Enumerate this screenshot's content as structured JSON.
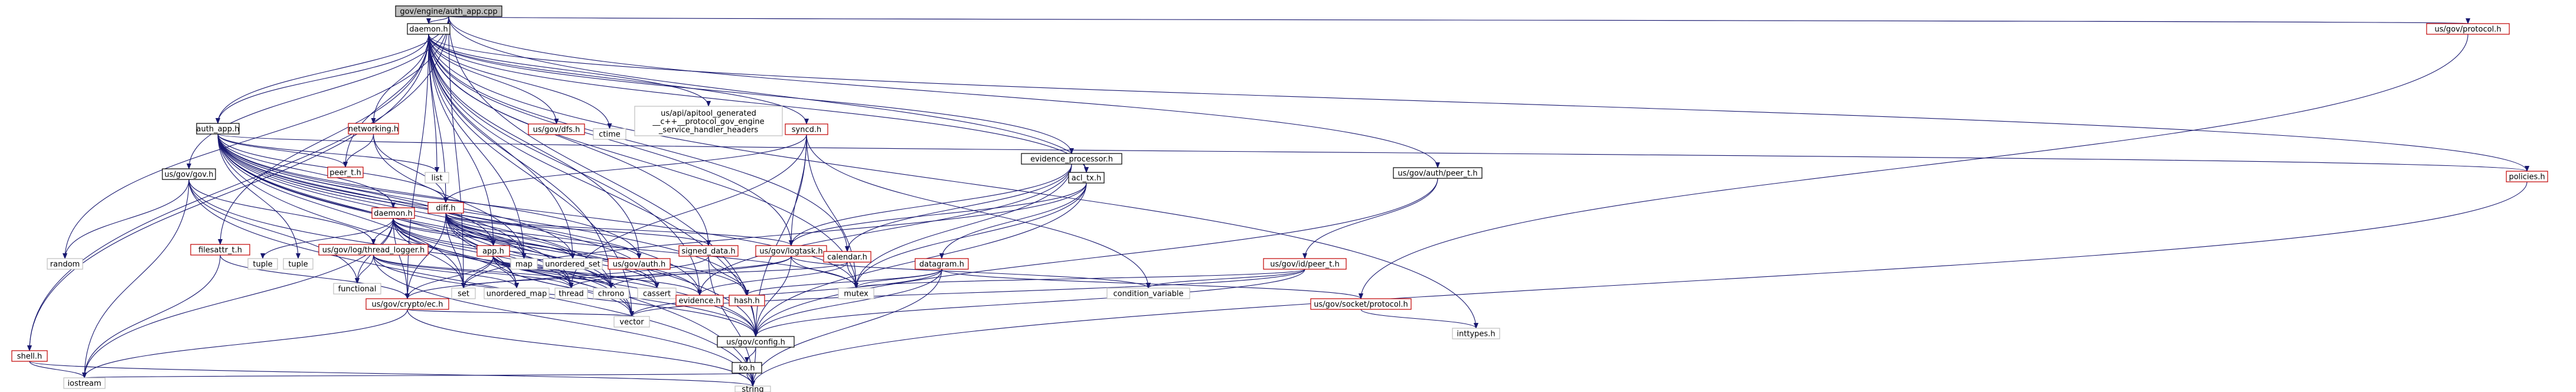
{
  "nodes": [
    {
      "id": "root",
      "label": "gov/engine/auth_app.cpp",
      "kind": "root"
    },
    {
      "id": "daemon_top",
      "label": "daemon.h",
      "kind": "doc"
    },
    {
      "id": "auth_app",
      "label": "auth_app.h",
      "kind": "doc"
    },
    {
      "id": "protocol_top",
      "label": "us/gov/protocol.h",
      "kind": "link"
    },
    {
      "id": "usgov",
      "label": "us/gov/gov.h",
      "kind": "doc"
    },
    {
      "id": "networking",
      "label": "networking.h",
      "kind": "link"
    },
    {
      "id": "dfs",
      "label": "us/gov/dfs.h",
      "kind": "link"
    },
    {
      "id": "ctime",
      "label": "ctime",
      "kind": "plain"
    },
    {
      "id": "api",
      "label": "us/api/apitool_generated\n__c++__protocol_gov_engine\n_service_handler_headers",
      "kind": "plain"
    },
    {
      "id": "syncd",
      "label": "syncd.h",
      "kind": "link"
    },
    {
      "id": "acl_tx",
      "label": "acl_tx.h",
      "kind": "doc"
    },
    {
      "id": "peer_t_auth",
      "label": "us/gov/auth/peer_t.h",
      "kind": "doc"
    },
    {
      "id": "peer_t",
      "label": "peer_t.h",
      "kind": "link"
    },
    {
      "id": "list",
      "label": "list",
      "kind": "plain"
    },
    {
      "id": "policies",
      "label": "policies.h",
      "kind": "link"
    },
    {
      "id": "evidence_processor",
      "label": "evidence_processor.h",
      "kind": "doc"
    },
    {
      "id": "daemon2",
      "label": "daemon.h",
      "kind": "link"
    },
    {
      "id": "diff",
      "label": "diff.h",
      "kind": "link"
    },
    {
      "id": "random",
      "label": "random",
      "kind": "plain"
    },
    {
      "id": "filesattr",
      "label": "filesattr_t.h",
      "kind": "link"
    },
    {
      "id": "tuple_a",
      "label": "tuple",
      "kind": "plain"
    },
    {
      "id": "tuple_b",
      "label": "tuple",
      "kind": "plain"
    },
    {
      "id": "thread_logger",
      "label": "us/gov/log/thread_logger.h",
      "kind": "link"
    },
    {
      "id": "app",
      "label": "app.h",
      "kind": "link"
    },
    {
      "id": "map",
      "label": "map",
      "kind": "plain"
    },
    {
      "id": "unordered_set",
      "label": "unordered_set",
      "kind": "plain"
    },
    {
      "id": "gov_auth",
      "label": "us/gov/auth.h",
      "kind": "link"
    },
    {
      "id": "signed_data",
      "label": "signed_data.h",
      "kind": "link"
    },
    {
      "id": "logtask",
      "label": "us/gov/logtask.h",
      "kind": "link"
    },
    {
      "id": "calendar",
      "label": "calendar.h",
      "kind": "link"
    },
    {
      "id": "datagram",
      "label": "datagram.h",
      "kind": "link"
    },
    {
      "id": "id_peer_t",
      "label": "us/gov/id/peer_t.h",
      "kind": "link"
    },
    {
      "id": "functional",
      "label": "functional",
      "kind": "plain"
    },
    {
      "id": "cryptos",
      "label": "us/gov/crypto/ec.h",
      "kind": "link"
    },
    {
      "id": "set",
      "label": "set",
      "kind": "plain"
    },
    {
      "id": "unordered_map",
      "label": "unordered_map",
      "kind": "plain"
    },
    {
      "id": "thread",
      "label": "thread",
      "kind": "plain"
    },
    {
      "id": "chrono",
      "label": "chrono",
      "kind": "plain"
    },
    {
      "id": "cassert",
      "label": "cassert",
      "kind": "plain"
    },
    {
      "id": "evidence",
      "label": "evidence.h",
      "kind": "link"
    },
    {
      "id": "hash",
      "label": "hash.h",
      "kind": "link"
    },
    {
      "id": "mutex",
      "label": "mutex",
      "kind": "plain"
    },
    {
      "id": "condvar",
      "label": "condition_variable",
      "kind": "plain"
    },
    {
      "id": "socket_protocol",
      "label": "us/gov/socket/protocol.h",
      "kind": "link"
    },
    {
      "id": "vector",
      "label": "vector",
      "kind": "plain"
    },
    {
      "id": "config",
      "label": "us/gov/config.h",
      "kind": "doc"
    },
    {
      "id": "inttypes",
      "label": "inttypes.h",
      "kind": "plain"
    },
    {
      "id": "shell",
      "label": "shell.h",
      "kind": "link"
    },
    {
      "id": "ko",
      "label": "ko.h",
      "kind": "doc"
    },
    {
      "id": "iostream",
      "label": "iostream",
      "kind": "plain"
    },
    {
      "id": "string",
      "label": "string",
      "kind": "plain"
    }
  ],
  "edges": [
    [
      "root",
      "daemon_top"
    ],
    [
      "root",
      "auth_app"
    ],
    [
      "root",
      "protocol_top"
    ],
    [
      "root",
      "usgov"
    ],
    [
      "root",
      "acl_tx"
    ],
    [
      "root",
      "peer_t_auth"
    ],
    [
      "root",
      "random"
    ],
    [
      "root",
      "config"
    ],
    [
      "root",
      "shell"
    ],
    [
      "root",
      "set"
    ],
    [
      "daemon_top",
      "auth_app"
    ],
    [
      "daemon_top",
      "networking"
    ],
    [
      "daemon_top",
      "dfs"
    ],
    [
      "daemon_top",
      "ctime"
    ],
    [
      "daemon_top",
      "api"
    ],
    [
      "daemon_top",
      "syncd"
    ],
    [
      "daemon_top",
      "acl_tx"
    ],
    [
      "daemon_top",
      "evidence_processor"
    ],
    [
      "daemon_top",
      "peer_t"
    ],
    [
      "daemon_top",
      "list"
    ],
    [
      "daemon_top",
      "policies"
    ],
    [
      "daemon_top",
      "diff"
    ],
    [
      "daemon_top",
      "filesattr"
    ],
    [
      "daemon_top",
      "app"
    ],
    [
      "daemon_top",
      "gov_auth"
    ],
    [
      "daemon_top",
      "signed_data"
    ],
    [
      "daemon_top",
      "logtask"
    ],
    [
      "daemon_top",
      "calendar"
    ],
    [
      "daemon_top",
      "cryptos"
    ],
    [
      "daemon_top",
      "unordered_set"
    ],
    [
      "daemon_top",
      "vector"
    ],
    [
      "daemon_top",
      "config"
    ],
    [
      "daemon_top",
      "inttypes"
    ],
    [
      "daemon_top",
      "evidence"
    ],
    [
      "daemon_top",
      "mutex"
    ],
    [
      "daemon_top",
      "chrono"
    ],
    [
      "daemon_top",
      "shell"
    ],
    [
      "daemon_top",
      "map"
    ],
    [
      "auth_app",
      "daemon2"
    ],
    [
      "auth_app",
      "peer_t"
    ],
    [
      "auth_app",
      "list"
    ],
    [
      "auth_app",
      "policies"
    ],
    [
      "auth_app",
      "diff"
    ],
    [
      "auth_app",
      "tuple_b"
    ],
    [
      "auth_app",
      "map"
    ],
    [
      "auth_app",
      "unordered_set"
    ],
    [
      "auth_app",
      "set"
    ],
    [
      "auth_app",
      "unordered_map"
    ],
    [
      "auth_app",
      "thread"
    ],
    [
      "auth_app",
      "chrono"
    ],
    [
      "auth_app",
      "cassert"
    ],
    [
      "auth_app",
      "vector"
    ],
    [
      "auth_app",
      "string"
    ],
    [
      "auth_app",
      "config"
    ],
    [
      "auth_app",
      "app"
    ],
    [
      "auth_app",
      "gov_auth"
    ],
    [
      "auth_app",
      "mutex"
    ],
    [
      "auth_app",
      "evidence"
    ],
    [
      "auth_app",
      "hash"
    ],
    [
      "networking",
      "peer_t"
    ],
    [
      "networking",
      "diff"
    ],
    [
      "networking",
      "map"
    ],
    [
      "syncd",
      "diff"
    ],
    [
      "syncd",
      "logtask"
    ],
    [
      "syncd",
      "config"
    ],
    [
      "syncd",
      "mutex"
    ],
    [
      "syncd",
      "thread"
    ],
    [
      "syncd",
      "condvar"
    ],
    [
      "usgov",
      "random"
    ],
    [
      "usgov",
      "functional"
    ],
    [
      "usgov",
      "thread_logger"
    ],
    [
      "usgov",
      "iostream"
    ],
    [
      "usgov",
      "config"
    ],
    [
      "usgov",
      "string"
    ],
    [
      "acl_tx",
      "logtask"
    ],
    [
      "acl_tx",
      "datagram"
    ],
    [
      "acl_tx",
      "set"
    ],
    [
      "acl_tx",
      "mutex"
    ],
    [
      "acl_tx",
      "config"
    ],
    [
      "peer_t_auth",
      "id_peer_t"
    ],
    [
      "peer_t_auth",
      "config"
    ],
    [
      "protocol_top",
      "socket_protocol"
    ],
    [
      "evidence_processor",
      "logtask"
    ],
    [
      "evidence_processor",
      "calendar"
    ],
    [
      "evidence_processor",
      "evidence"
    ],
    [
      "evidence_processor",
      "mutex"
    ],
    [
      "daemon2",
      "tuple_a"
    ],
    [
      "daemon2",
      "thread_logger"
    ],
    [
      "daemon2",
      "cryptos"
    ],
    [
      "daemon2",
      "functional"
    ],
    [
      "daemon2",
      "set"
    ],
    [
      "daemon2",
      "unordered_map"
    ],
    [
      "daemon2",
      "chrono"
    ],
    [
      "daemon2",
      "vector"
    ],
    [
      "daemon2",
      "iostream"
    ],
    [
      "daemon2",
      "config"
    ],
    [
      "daemon2",
      "app"
    ],
    [
      "daemon2",
      "unordered_set"
    ],
    [
      "daemon2",
      "thread"
    ],
    [
      "daemon2",
      "cassert"
    ],
    [
      "diff",
      "app"
    ],
    [
      "diff",
      "gov_auth"
    ],
    [
      "diff",
      "signed_data"
    ],
    [
      "diff",
      "logtask"
    ],
    [
      "diff",
      "unordered_set"
    ],
    [
      "diff",
      "map"
    ],
    [
      "diff",
      "set"
    ],
    [
      "diff",
      "unordered_map"
    ],
    [
      "diff",
      "chrono"
    ],
    [
      "diff",
      "cassert"
    ],
    [
      "diff",
      "thread"
    ],
    [
      "diff",
      "vector"
    ],
    [
      "diff",
      "mutex"
    ],
    [
      "diff",
      "hash"
    ],
    [
      "diff",
      "evidence"
    ],
    [
      "diff",
      "cryptos"
    ],
    [
      "filesattr",
      "cryptos"
    ],
    [
      "filesattr",
      "iostream"
    ],
    [
      "thread_logger",
      "unordered_map"
    ],
    [
      "thread_logger",
      "chrono"
    ],
    [
      "thread_logger",
      "thread"
    ],
    [
      "thread_logger",
      "config"
    ],
    [
      "thread_logger",
      "string"
    ],
    [
      "thread_logger",
      "functional"
    ],
    [
      "app",
      "cryptos"
    ],
    [
      "app",
      "chrono"
    ],
    [
      "app",
      "cassert"
    ],
    [
      "app",
      "vector"
    ],
    [
      "app",
      "config"
    ],
    [
      "app",
      "evidence"
    ],
    [
      "app",
      "thread"
    ],
    [
      "app",
      "set"
    ],
    [
      "signed_data",
      "hash"
    ],
    [
      "signed_data",
      "string"
    ],
    [
      "signed_data",
      "cryptos"
    ],
    [
      "logtask",
      "config"
    ],
    [
      "logtask",
      "mutex"
    ],
    [
      "logtask",
      "condvar"
    ],
    [
      "logtask",
      "thread"
    ],
    [
      "logtask",
      "chrono"
    ],
    [
      "calendar",
      "evidence"
    ],
    [
      "calendar",
      "mutex"
    ],
    [
      "calendar",
      "set"
    ],
    [
      "datagram",
      "hash"
    ],
    [
      "datagram",
      "config"
    ],
    [
      "datagram",
      "string"
    ],
    [
      "datagram",
      "vector"
    ],
    [
      "datagram",
      "socket_protocol"
    ],
    [
      "datagram",
      "mutex"
    ],
    [
      "id_peer_t",
      "mutex"
    ],
    [
      "id_peer_t",
      "condvar"
    ],
    [
      "id_peer_t",
      "config"
    ],
    [
      "id_peer_t",
      "vector"
    ],
    [
      "cryptos",
      "vector"
    ],
    [
      "cryptos",
      "iostream"
    ],
    [
      "cryptos",
      "string"
    ],
    [
      "socket_protocol",
      "inttypes"
    ],
    [
      "policies",
      "string"
    ],
    [
      "config",
      "ko"
    ],
    [
      "config",
      "string"
    ],
    [
      "ko",
      "string"
    ],
    [
      "ko",
      "iostream"
    ],
    [
      "shell",
      "string"
    ],
    [
      "shell",
      "iostream"
    ]
  ]
}
